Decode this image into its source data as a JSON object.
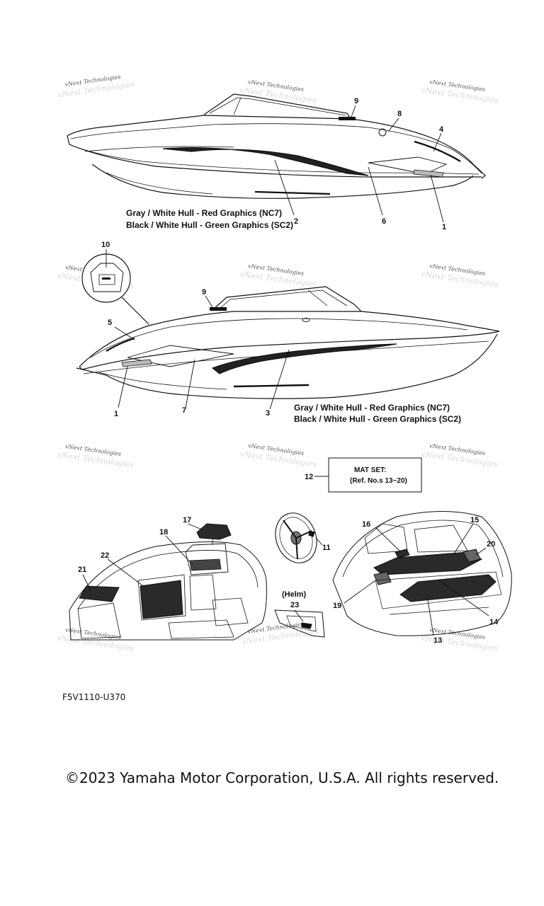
{
  "watermark": "vNext Technologies",
  "hull_captions": {
    "top_line1": "Gray / White Hull - Red Graphics (NC7)",
    "top_line2": "Black / White Hull - Green Graphics (SC2)",
    "bottom_line1": "Gray / White Hull - Red Graphics (NC7)",
    "bottom_line2": "Black / White Hull - Green Graphics (SC2)"
  },
  "part_numbers": {
    "top_9": "9",
    "top_8": "8",
    "top_4": "4",
    "top_2": "2",
    "top_6": "6",
    "top_1": "1",
    "mid_10": "10",
    "mid_9": "9",
    "mid_5": "5",
    "mid_1": "1",
    "mid_7": "7",
    "mid_3": "3",
    "mat_12": "12",
    "n17": "17",
    "n18": "18",
    "n22": "22",
    "n21": "21",
    "n11": "11",
    "n23": "23",
    "n16": "16",
    "n15": "15",
    "n20": "20",
    "n19": "19",
    "n14": "14",
    "n13": "13"
  },
  "mat_set": {
    "line1": "MAT SET:",
    "line2": "(Ref. No.s 13~20)"
  },
  "helm_label": "(Helm)",
  "drawing_code": "F5V1110-U370",
  "copyright": "©2023 Yamaha Motor Corporation, U.S.A. All rights reserved."
}
